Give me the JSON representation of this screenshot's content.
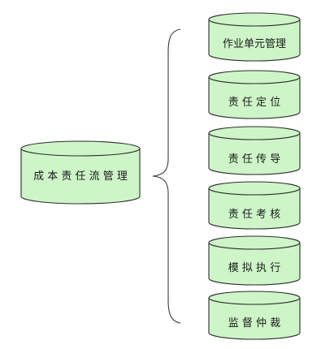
{
  "diagram": {
    "root": {
      "label": "成 本 责 任 流 管 理"
    },
    "children": [
      {
        "label": "作业单元管理"
      },
      {
        "label": "责 任 定 位"
      },
      {
        "label": "责 任 传 导"
      },
      {
        "label": "责 任 考 核"
      },
      {
        "label": "模 拟 执 行"
      },
      {
        "label": "监 督 仲 裁"
      }
    ]
  },
  "colors": {
    "background": "#ffffff",
    "cylinder_fill": "#cdf5c8",
    "outline": "#2c2c2c"
  }
}
